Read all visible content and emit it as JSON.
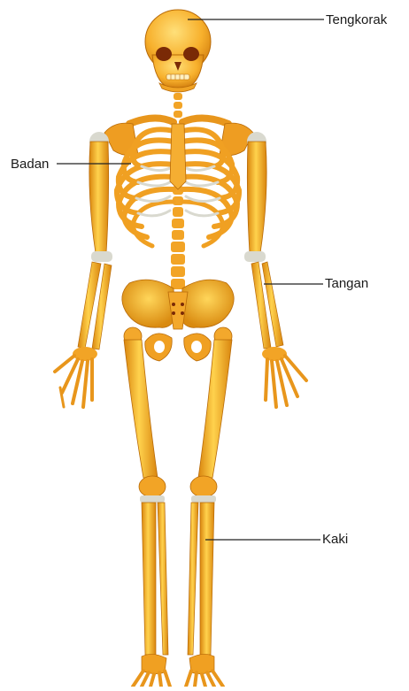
{
  "diagram": {
    "labels": {
      "skull": "Tengkorak",
      "torso": "Badan",
      "arm": "Tangan",
      "leg": "Kaki"
    },
    "colors": {
      "bone": "#f5a623",
      "bone_light": "#ffd04a",
      "bone_dark": "#c7740b",
      "cartilage": "#d9d9cf",
      "leader_line": "#222222"
    }
  }
}
